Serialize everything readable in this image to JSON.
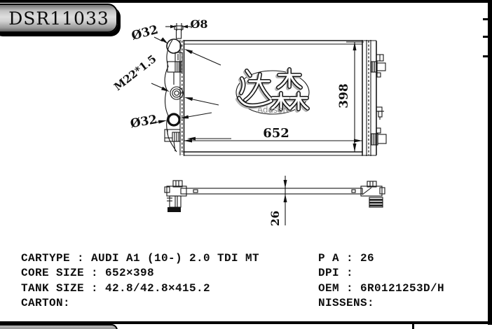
{
  "header": {
    "part_number": "DSR11033"
  },
  "logo": {
    "chinese": "达森",
    "latin": "Adason"
  },
  "drawing": {
    "front_view": {
      "dim_bleed_port": "Ø8",
      "dim_inlet_port": "Ø32",
      "dim_thread_port": "M22*1.5",
      "dim_outlet_port": "Ø32",
      "dim_core_width": "652",
      "dim_core_height": "398"
    },
    "side_view": {
      "dim_core_thickness": "26"
    }
  },
  "specs": {
    "left_lines": [
      "CARTYPE : AUDI A1 (10-) 2.0 TDI MT",
      "CORE SIZE : 652×398",
      "TANK SIZE : 42.8/42.8×415.2",
      "CARTON:"
    ],
    "right_lines": [
      "P A : 26",
      "DPI :",
      "OEM : 6R0121253D/H",
      "NISSENS:"
    ]
  },
  "colors": {
    "line": "#161616",
    "plate_gray": "#cfcfcf",
    "border_black": "#000000"
  }
}
